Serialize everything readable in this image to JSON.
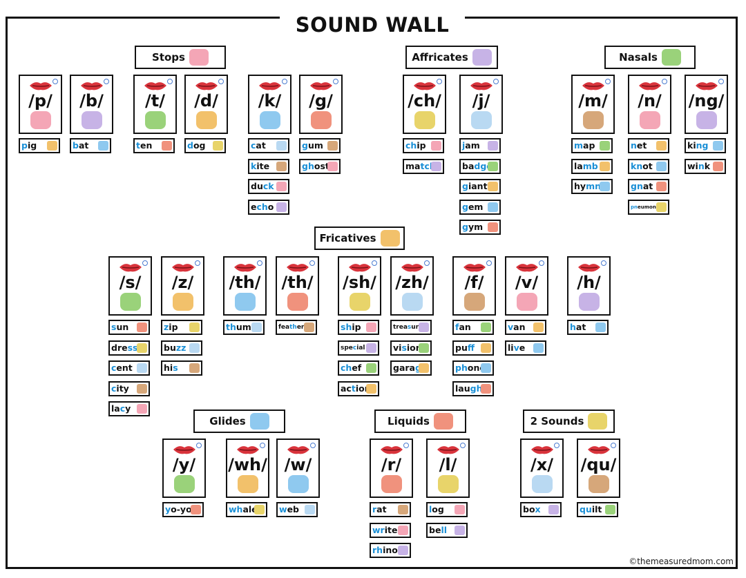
{
  "title": "SOUND WALL",
  "credit": "©themeasuredmom.com",
  "colors": {
    "blend": "#1a8fd6",
    "lips": "#d9343c",
    "border": "#111111"
  },
  "headers": [
    {
      "label": "Stops",
      "icon": "stop-sign-icon"
    },
    {
      "label": "Affricates",
      "icon": "sneeze-icon"
    },
    {
      "label": "Nasals",
      "icon": "nose-icon"
    },
    {
      "label": "Fricatives",
      "icon": "hands-icon"
    },
    {
      "label": "Glides",
      "icon": "slide-icon"
    },
    {
      "label": "Liquids",
      "icon": "juice-icon"
    },
    {
      "label": "2 Sounds",
      "icon": "number-two-icon"
    }
  ],
  "cards": [
    {
      "sound": "/p/",
      "icon": "pig-icon",
      "words": [
        {
          "pre": "",
          "blend": "p",
          "post": "ig",
          "icon": "pig-icon"
        }
      ]
    },
    {
      "sound": "/b/",
      "icon": "button-icon",
      "words": [
        {
          "pre": "",
          "blend": "b",
          "post": "at",
          "icon": "bat-icon"
        }
      ]
    },
    {
      "sound": "/t/",
      "icon": "turtle-icon",
      "words": [
        {
          "pre": "",
          "blend": "t",
          "post": "en",
          "icon": "ten-icon"
        }
      ]
    },
    {
      "sound": "/d/",
      "icon": "dinosaur-icon",
      "words": [
        {
          "pre": "",
          "blend": "d",
          "post": "og",
          "icon": "dog-icon"
        }
      ]
    },
    {
      "sound": "/k/",
      "icon": "key-icon",
      "words": [
        {
          "pre": "",
          "blend": "c",
          "post": "at",
          "icon": "cat-icon"
        },
        {
          "pre": "",
          "blend": "k",
          "post": "ite",
          "icon": "kite-icon"
        },
        {
          "pre": "du",
          "blend": "ck",
          "post": "",
          "icon": "duck-icon"
        },
        {
          "pre": "e",
          "blend": "ch",
          "post": "o",
          "icon": "echo-icon"
        }
      ]
    },
    {
      "sound": "/g/",
      "icon": "gumball-icon",
      "words": [
        {
          "pre": "",
          "blend": "g",
          "post": "um",
          "icon": "gum-icon"
        },
        {
          "pre": "",
          "blend": "gh",
          "post": "ost",
          "icon": "ghost-icon"
        }
      ]
    },
    {
      "sound": "/ch/",
      "icon": "chair-icon",
      "words": [
        {
          "pre": "",
          "blend": "ch",
          "post": "ip",
          "icon": "chip-icon"
        },
        {
          "pre": "ma",
          "blend": "tch",
          "post": "",
          "icon": "match-icon"
        }
      ]
    },
    {
      "sound": "/j/",
      "icon": "jam-jar-icon",
      "words": [
        {
          "pre": "",
          "blend": "j",
          "post": "am",
          "icon": "jam-icon"
        },
        {
          "pre": "ba",
          "blend": "dge",
          "post": "",
          "icon": "badge-icon"
        },
        {
          "pre": "",
          "blend": "g",
          "post": "iant",
          "icon": "giant-icon"
        },
        {
          "pre": "",
          "blend": "g",
          "post": "em",
          "icon": "gem-icon"
        },
        {
          "pre": "",
          "blend": "g",
          "post": "ym",
          "icon": "gym-icon"
        }
      ]
    },
    {
      "sound": "/m/",
      "icon": "mouse-icon",
      "words": [
        {
          "pre": "",
          "blend": "m",
          "post": "ap",
          "icon": "map-icon"
        },
        {
          "pre": "la",
          "blend": "mb",
          "post": "",
          "icon": "lamb-icon"
        },
        {
          "pre": "hy",
          "blend": "mn",
          "post": "",
          "icon": "hymn-icon"
        }
      ]
    },
    {
      "sound": "/n/",
      "icon": "net-icon",
      "words": [
        {
          "pre": "",
          "blend": "n",
          "post": "et",
          "icon": "net-icon"
        },
        {
          "pre": "",
          "blend": "kn",
          "post": "ot",
          "icon": "knot-icon"
        },
        {
          "pre": "",
          "blend": "gn",
          "post": "at",
          "icon": "gnat-icon"
        },
        {
          "pre": "",
          "blend": "pn",
          "post": "eumonia",
          "icon": "pneumonia-icon"
        }
      ]
    },
    {
      "sound": "/ng/",
      "icon": "ring-icon",
      "words": [
        {
          "pre": "ki",
          "blend": "ng",
          "post": "",
          "icon": "king-icon"
        },
        {
          "pre": "wi",
          "blend": "n",
          "post": "k",
          "icon": "wink-icon"
        }
      ]
    },
    {
      "sound": "/s/",
      "icon": "sock-icon",
      "words": [
        {
          "pre": "",
          "blend": "s",
          "post": "un",
          "icon": "sun-icon"
        },
        {
          "pre": "dre",
          "blend": "ss",
          "post": "",
          "icon": "dress-icon"
        },
        {
          "pre": "",
          "blend": "c",
          "post": "ent",
          "icon": "cent-icon"
        },
        {
          "pre": "",
          "blend": "c",
          "post": "ity",
          "icon": "city-icon"
        },
        {
          "pre": "la",
          "blend": "c",
          "post": "y",
          "icon": "lacy-icon"
        }
      ]
    },
    {
      "sound": "/z/",
      "icon": "zebra-icon",
      "words": [
        {
          "pre": "",
          "blend": "z",
          "post": "ip",
          "icon": "zip-icon"
        },
        {
          "pre": "bu",
          "blend": "zz",
          "post": "",
          "icon": "buzz-icon"
        },
        {
          "pre": "hi",
          "blend": "s",
          "post": "",
          "icon": "his-icon"
        }
      ]
    },
    {
      "sound": "/th/",
      "icon": "thumb-icon",
      "words": [
        {
          "pre": "",
          "blend": "th",
          "post": "umb",
          "icon": "thumb-icon"
        }
      ]
    },
    {
      "sound": "/th/",
      "icon": "feather-icon",
      "words": [
        {
          "pre": "fea",
          "blend": "th",
          "post": "er",
          "icon": "feather-icon"
        }
      ]
    },
    {
      "sound": "/sh/",
      "icon": "shark-icon",
      "words": [
        {
          "pre": "",
          "blend": "sh",
          "post": "ip",
          "icon": "ship-icon"
        },
        {
          "pre": "spe",
          "blend": "c",
          "post": "ial",
          "icon": "special-icon"
        },
        {
          "pre": "",
          "blend": "ch",
          "post": "ef",
          "icon": "chef-icon"
        },
        {
          "pre": "ac",
          "blend": "t",
          "post": "ion",
          "icon": "action-icon"
        }
      ]
    },
    {
      "sound": "/zh/",
      "icon": "treasure-chest-icon",
      "words": [
        {
          "pre": "trea",
          "blend": "s",
          "post": "ure",
          "icon": "treasure-icon"
        },
        {
          "pre": "vi",
          "blend": "s",
          "post": "ion",
          "icon": "vision-icon"
        },
        {
          "pre": "gara",
          "blend": "g",
          "post": "e",
          "icon": "garage-icon"
        }
      ]
    },
    {
      "sound": "/f/",
      "icon": "fish-icon",
      "words": [
        {
          "pre": "",
          "blend": "f",
          "post": "an",
          "icon": "fan-icon"
        },
        {
          "pre": "pu",
          "blend": "ff",
          "post": "",
          "icon": "puff-icon"
        },
        {
          "pre": "",
          "blend": "ph",
          "post": "one",
          "icon": "phone-icon"
        },
        {
          "pre": "lau",
          "blend": "gh",
          "post": "",
          "icon": "laugh-icon"
        }
      ]
    },
    {
      "sound": "/v/",
      "icon": "vase-icon",
      "words": [
        {
          "pre": "",
          "blend": "v",
          "post": "an",
          "icon": "van-icon"
        },
        {
          "pre": "li",
          "blend": "v",
          "post": "e",
          "icon": "live-icon"
        }
      ]
    },
    {
      "sound": "/h/",
      "icon": "horse-icon",
      "words": [
        {
          "pre": "",
          "blend": "h",
          "post": "at",
          "icon": "hat-icon"
        }
      ]
    },
    {
      "sound": "/y/",
      "icon": "yoyo-icon",
      "words": [
        {
          "pre": "",
          "blend": "y",
          "post": "o-yo",
          "icon": "yoyo-icon"
        }
      ]
    },
    {
      "sound": "/wh/",
      "icon": "whale-icon",
      "words": [
        {
          "pre": "",
          "blend": "wh",
          "post": "ale",
          "icon": "whale-icon"
        }
      ]
    },
    {
      "sound": "/w/",
      "icon": "watermelon-icon",
      "words": [
        {
          "pre": "",
          "blend": "w",
          "post": "eb",
          "icon": "web-icon"
        }
      ]
    },
    {
      "sound": "/r/",
      "icon": "robot-icon",
      "words": [
        {
          "pre": "",
          "blend": "r",
          "post": "at",
          "icon": "rat-icon"
        },
        {
          "pre": "",
          "blend": "wr",
          "post": "ite",
          "icon": "write-icon"
        },
        {
          "pre": "",
          "blend": "rh",
          "post": "ino",
          "icon": "rhino-icon"
        }
      ]
    },
    {
      "sound": "/l/",
      "icon": "leaf-icon",
      "words": [
        {
          "pre": "",
          "blend": "l",
          "post": "og",
          "icon": "log-icon"
        },
        {
          "pre": "be",
          "blend": "ll",
          "post": "",
          "icon": "bell-icon"
        }
      ]
    },
    {
      "sound": "/x/",
      "icon": "fox-icon",
      "words": [
        {
          "pre": "bo",
          "blend": "x",
          "post": "",
          "icon": "box-icon"
        }
      ]
    },
    {
      "sound": "/qu/",
      "icon": "queen-icon",
      "words": [
        {
          "pre": "",
          "blend": "qu",
          "post": "ilt",
          "icon": "quilt-icon"
        }
      ]
    }
  ]
}
